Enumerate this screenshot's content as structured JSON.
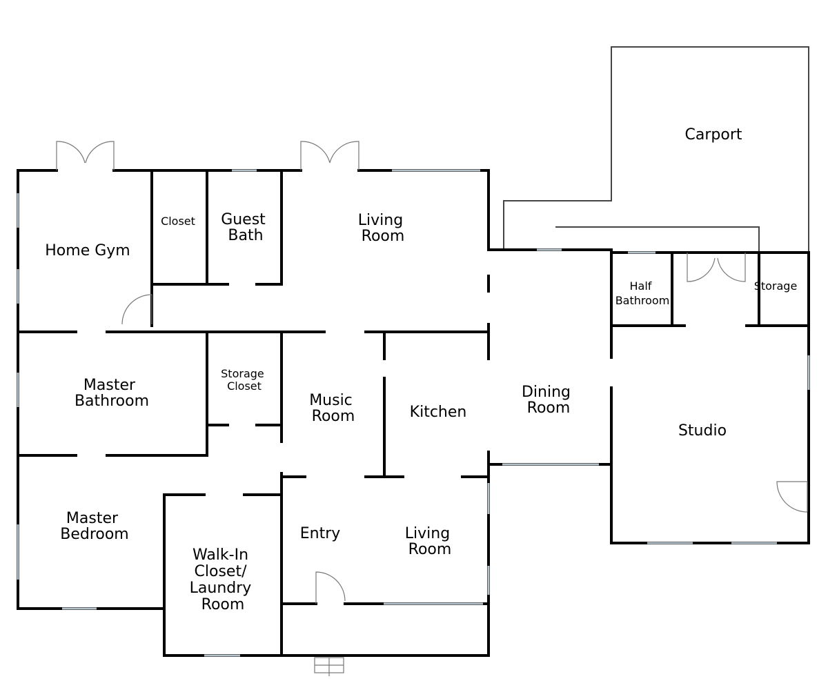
{
  "rooms": {
    "carport": "Carport",
    "living_room_top": [
      "Living",
      "Room"
    ],
    "home_gym": "Home Gym",
    "closet": "Closet",
    "guest_bath": [
      "Guest",
      "Bath"
    ],
    "half_bathroom": [
      "Half",
      "Bathroom"
    ],
    "storage": "Storage",
    "master_bathroom": [
      "Master",
      "Bathroom"
    ],
    "storage_closet": [
      "Storage",
      "Closet"
    ],
    "music_room": [
      "Music",
      "Room"
    ],
    "kitchen": "Kitchen",
    "dining_room": [
      "Dining",
      "Room"
    ],
    "studio": "Studio",
    "master_bedroom": [
      "Master",
      "Bedroom"
    ],
    "walk_in_closet": [
      "Walk-In",
      "Closet/",
      "Laundry",
      "Room"
    ],
    "entry": "Entry",
    "living_room_bottom": [
      "Living",
      "Room"
    ]
  }
}
